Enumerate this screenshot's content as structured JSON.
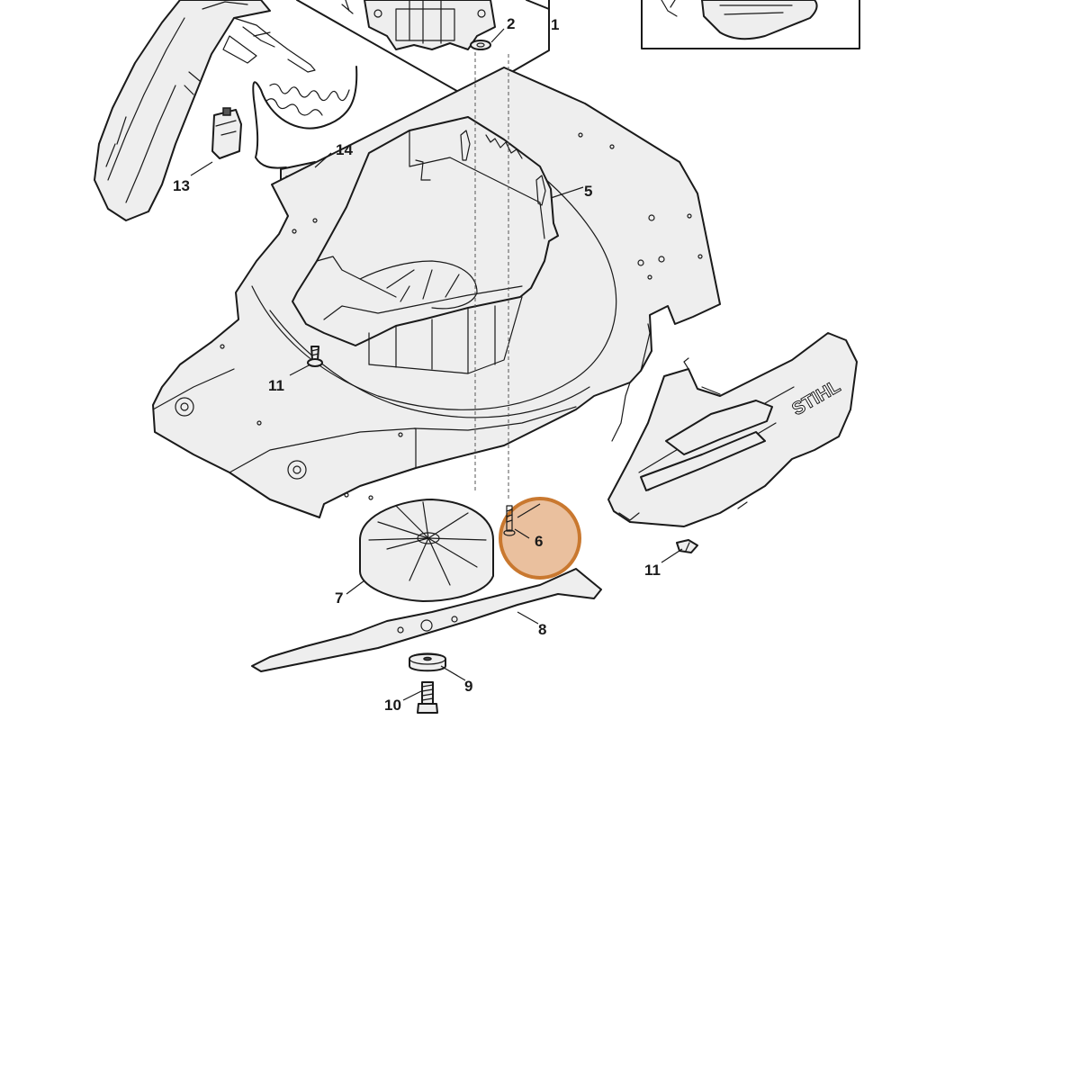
{
  "callouts": [
    {
      "id": "1",
      "label": "1"
    },
    {
      "id": "2",
      "label": "2"
    },
    {
      "id": "5",
      "label": "5"
    },
    {
      "id": "6",
      "label": "6"
    },
    {
      "id": "7",
      "label": "7"
    },
    {
      "id": "8",
      "label": "8"
    },
    {
      "id": "9",
      "label": "9"
    },
    {
      "id": "10",
      "label": "10"
    },
    {
      "id": "11a",
      "label": "11"
    },
    {
      "id": "11b",
      "label": "11"
    },
    {
      "id": "13",
      "label": "13"
    },
    {
      "id": "14",
      "label": "14"
    }
  ],
  "brand_text": "STIHL",
  "highlight": {
    "part": "6",
    "color": "#d98c4e"
  }
}
